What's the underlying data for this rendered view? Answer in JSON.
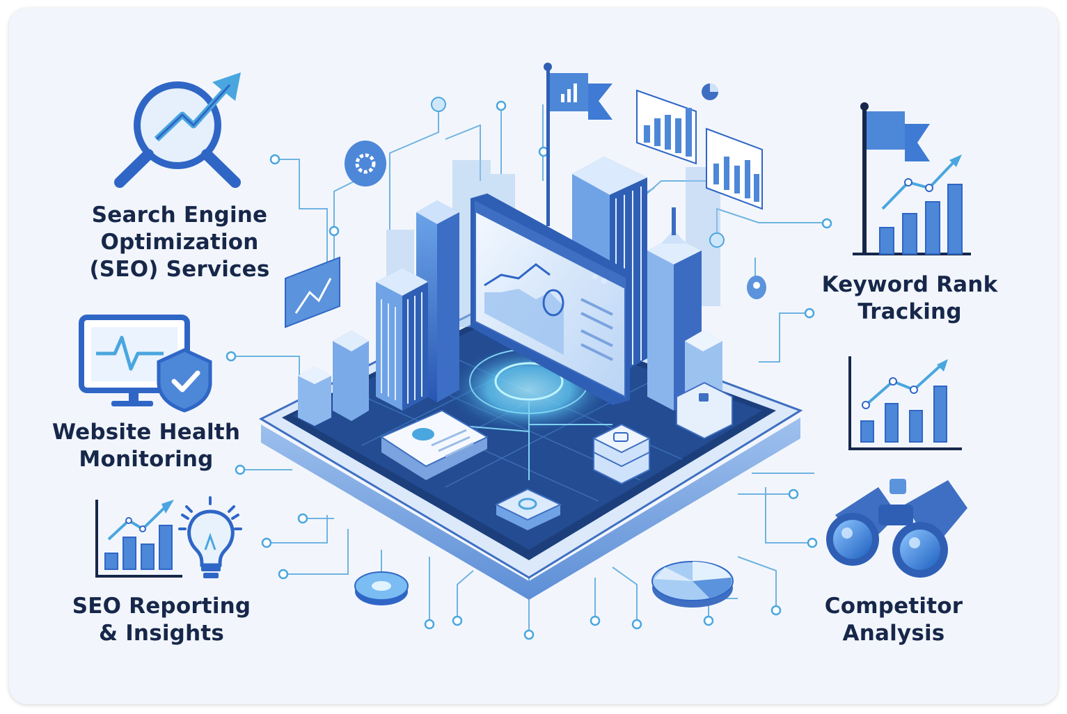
{
  "services": {
    "seo": {
      "line1": "Search Engine",
      "line2": "Optimization",
      "line3": "(SEO) Services",
      "icon": "magnifier-growth-arrow-icon"
    },
    "health": {
      "line1": "Website Health",
      "line2": "Monitoring",
      "icon": "monitor-shield-icon"
    },
    "reporting": {
      "line1": "SEO Reporting",
      "line2": "& Insights",
      "icon": "bar-chart-lightbulb-icon"
    },
    "keyword": {
      "line1": "Keyword Rank",
      "line2": "Tracking",
      "icon": "flag-bar-chart-icon"
    },
    "growth": {
      "icon": "growth-bar-chart-icon"
    },
    "competitor": {
      "line1": "Competitor",
      "line2": "Analysis",
      "icon": "binoculars-icon"
    }
  },
  "center": {
    "icon": "isometric-city-dashboard-illustration"
  },
  "colors": {
    "primary": "#2f66c6",
    "dark": "#17274a",
    "light": "#cfe2fb",
    "accent": "#4aa6df",
    "background": "#f2f6fc"
  }
}
